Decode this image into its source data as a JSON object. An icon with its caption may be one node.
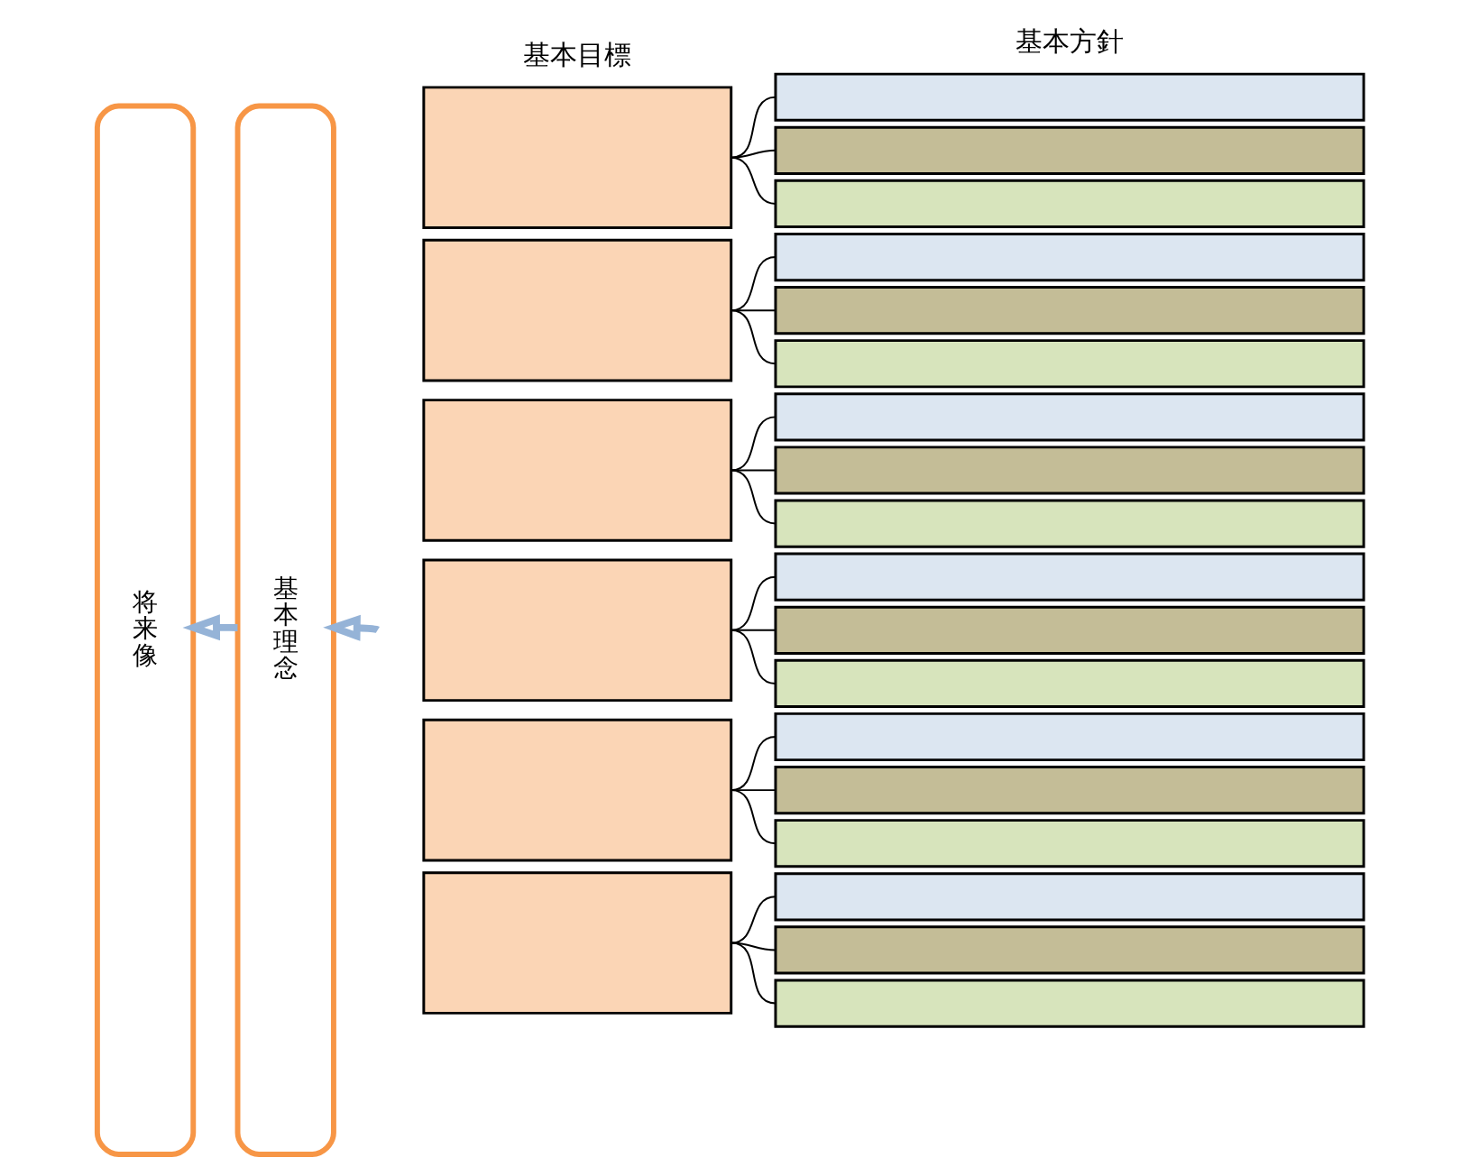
{
  "diagram": {
    "nodes": [
      {
        "text": [
          "将来像"
        ]
      },
      {
        "text": [
          "基本理念"
        ]
      },
      {
        "text": [],
        "shape": "box"
      },
      {
        "text": [],
        "shape": "box"
      },
      {
        "text": [],
        "shape": "box"
      },
      {
        "text": [],
        "shape": "box"
      },
      {
        "text": [],
        "shape": "box"
      },
      {
        "text": [],
        "shape": "box"
      },
      {
        "text": [],
        "shape": "box"
      },
      {
        "text": [],
        "shape": "box"
      },
      {
        "text": [],
        "shape": "box"
      },
      {
        "text": [],
        "shape": "box"
      },
      {
        "text": [],
        "shape": "box"
      },
      {
        "text": [],
        "shape": "box"
      },
      {
        "text": [],
        "shape": "box"
      },
      {
        "text": [],
        "shape": "box"
      },
      {
        "text": [],
        "shape": "box"
      },
      {
        "text": [],
        "shape": "box"
      },
      {
        "text": [],
        "shape": "box"
      },
      {
        "text": [],
        "shape": "box"
      },
      {
        "text": [],
        "shape": "box"
      },
      {
        "text": [],
        "shape": "box"
      },
      {
        "text": [],
        "shape": "box"
      },
      {
        "text": [],
        "shape": "box"
      },
      {
        "text": [],
        "shape": "box"
      },
      {
        "text": [],
        "shape": "box"
      }
    ],
    "edges": [
      {
        "from": null,
        "to": 1,
        "arrow": "to",
        "style": "thick",
        "color": "#95b3d7"
      },
      {
        "from": 1,
        "to": 0,
        "arrow": "to",
        "style": "thick",
        "color": "#95b3d7"
      },
      {
        "from": 2,
        "to": 3,
        "arrow": "none"
      },
      {
        "from": 2,
        "to": 4,
        "arrow": "none"
      },
      {
        "from": 2,
        "to": 5,
        "arrow": "none"
      },
      {
        "from": 6,
        "to": 7,
        "arrow": "none"
      },
      {
        "from": 6,
        "to": 8,
        "arrow": "none"
      },
      {
        "from": 6,
        "to": 9,
        "arrow": "none"
      },
      {
        "from": 10,
        "to": 11,
        "arrow": "none"
      },
      {
        "from": 10,
        "to": 12,
        "arrow": "none"
      },
      {
        "from": 10,
        "to": 13,
        "arrow": "none"
      },
      {
        "from": 14,
        "to": 15,
        "arrow": "none"
      },
      {
        "from": 14,
        "to": 16,
        "arrow": "none"
      },
      {
        "from": 14,
        "to": 17,
        "arrow": "none"
      },
      {
        "from": 18,
        "to": 19,
        "arrow": "none"
      },
      {
        "from": 18,
        "to": 20,
        "arrow": "none"
      },
      {
        "from": 18,
        "to": 21,
        "arrow": "none"
      },
      {
        "from": 22,
        "to": 23,
        "arrow": "none"
      },
      {
        "from": 22,
        "to": 24,
        "arrow": "none"
      },
      {
        "from": 22,
        "to": 25,
        "arrow": "none"
      }
    ],
    "labels": [
      "基本目標",
      "基本方針"
    ]
  }
}
